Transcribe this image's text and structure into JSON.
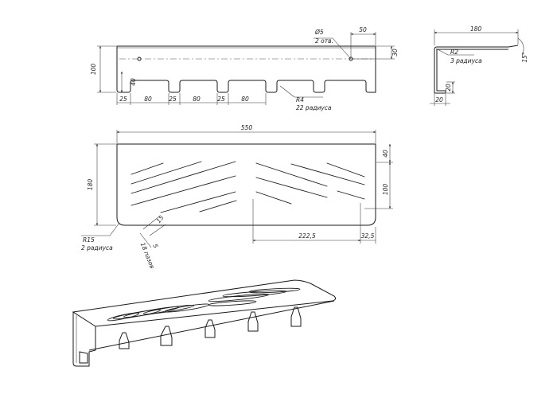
{
  "front_view": {
    "dims": {
      "hole_diameter": "Ø5",
      "hole_count": "2 отв.",
      "hole_offset_x": "50",
      "hole_offset_y": "30",
      "height": "100",
      "hook_height": "40",
      "hook_width": "25",
      "hook_pitch": "80",
      "radius": "R4",
      "radius_count": "22 радиуса"
    }
  },
  "side_view": {
    "dims": {
      "depth": "180",
      "angle": "15°",
      "radius": "R2",
      "radius_count": "3 радиуса",
      "lip_height": "20",
      "lip_width": "20"
    }
  },
  "top_view": {
    "dims": {
      "length": "550",
      "width": "180",
      "edge_offset": "40",
      "slot_field": "100",
      "corner_radius": "R15",
      "corner_count": "2 радиуса",
      "slot_width": "15",
      "slot_spacing": "5",
      "slot_count": "18 пазов",
      "slot_span": "222,5",
      "slot_end_offset": "32,5"
    }
  }
}
